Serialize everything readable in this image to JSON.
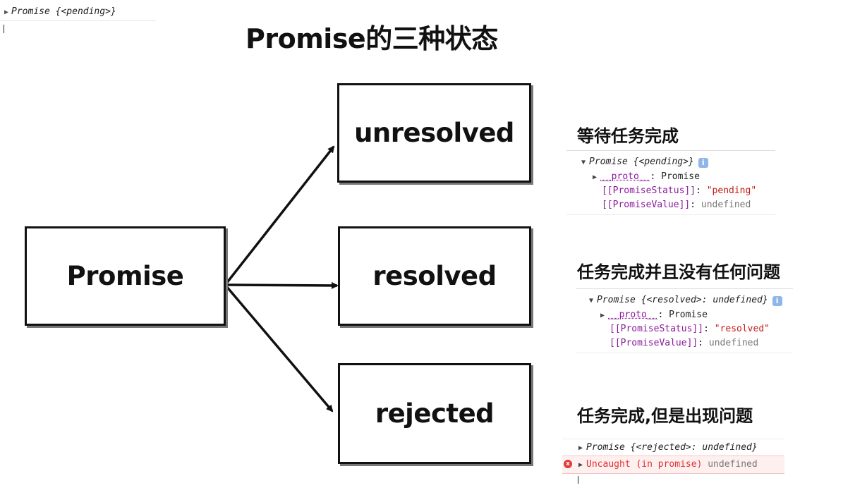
{
  "top_console": {
    "line": "Promise {<pending>}"
  },
  "title": "Promise的三种状态",
  "diagram": {
    "source": "Promise",
    "targets": {
      "unresolved": "unresolved",
      "resolved": "resolved",
      "rejected": "rejected"
    }
  },
  "captions": {
    "pending": "等待任务完成",
    "resolved": "任务完成并且没有任何问题",
    "rejected": "任务完成,但是出现问题"
  },
  "pending_panel": {
    "header_name": "Promise",
    "header_state": "{<pending>}",
    "proto_key": "__proto__",
    "proto_val": ": Promise",
    "status_key": "[[PromiseStatus]]",
    "status_val": "\"pending\"",
    "value_key": "[[PromiseValue]]",
    "value_val": "undefined",
    "sep": ": "
  },
  "resolved_panel": {
    "header_name": "Promise",
    "header_state": "{<resolved>: undefined}",
    "proto_key": "__proto__",
    "proto_val": ": Promise",
    "status_key": "[[PromiseStatus]]",
    "status_val": "\"resolved\"",
    "value_key": "[[PromiseValue]]",
    "value_val": "undefined",
    "sep": ": "
  },
  "rejected_panel": {
    "header_name": "Promise",
    "header_state": "{<rejected>: undefined}",
    "error_text": "Uncaught (in promise)",
    "error_value": "undefined",
    "error_icon": "x"
  },
  "icons": {
    "info": "i",
    "expand": "▶",
    "collapse": "▼"
  }
}
